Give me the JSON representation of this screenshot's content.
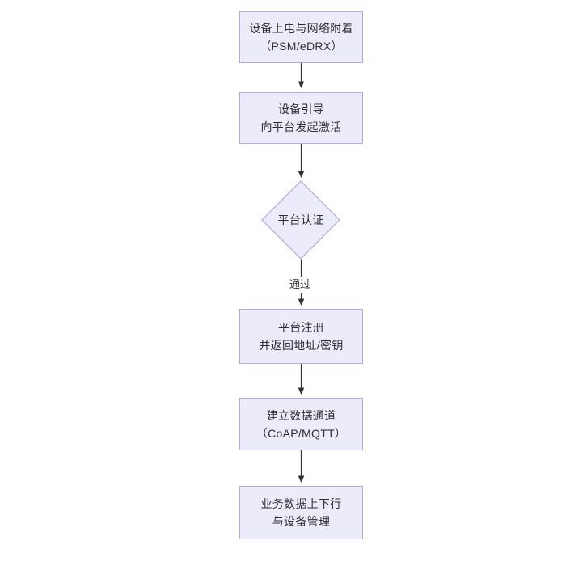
{
  "diagram": {
    "type": "flowchart",
    "orientation": "top-to-bottom",
    "background_color": "#ffffff",
    "node_fill_color": "#ebebfa",
    "node_border_color": "#b9a5e3",
    "text_color": "#2f2f33",
    "edge_color": "#333333",
    "nodes": [
      {
        "id": "n1",
        "shape": "rectangle",
        "line1": "设备上电与网络附着",
        "line2": "（PSM/eDRX）"
      },
      {
        "id": "n2",
        "shape": "rectangle",
        "line1": "设备引导",
        "line2": "向平台发起激活"
      },
      {
        "id": "n3",
        "shape": "diamond",
        "line1": "平台认证",
        "line2": ""
      },
      {
        "id": "n4",
        "shape": "rectangle",
        "line1": "平台注册",
        "line2": "并返回地址/密钥"
      },
      {
        "id": "n5",
        "shape": "rectangle",
        "line1": "建立数据通道",
        "line2": "（CoAP/MQTT）"
      },
      {
        "id": "n6",
        "shape": "rectangle",
        "line1": "业务数据上下行",
        "line2": "与设备管理"
      }
    ],
    "edges": [
      {
        "id": "e1",
        "from": "n1",
        "to": "n2",
        "label": ""
      },
      {
        "id": "e2",
        "from": "n2",
        "to": "n3",
        "label": ""
      },
      {
        "id": "e3",
        "from": "n3",
        "to": "n4",
        "label": "通过"
      },
      {
        "id": "e4",
        "from": "n4",
        "to": "n5",
        "label": ""
      },
      {
        "id": "e5",
        "from": "n5",
        "to": "n6",
        "label": ""
      }
    ]
  }
}
